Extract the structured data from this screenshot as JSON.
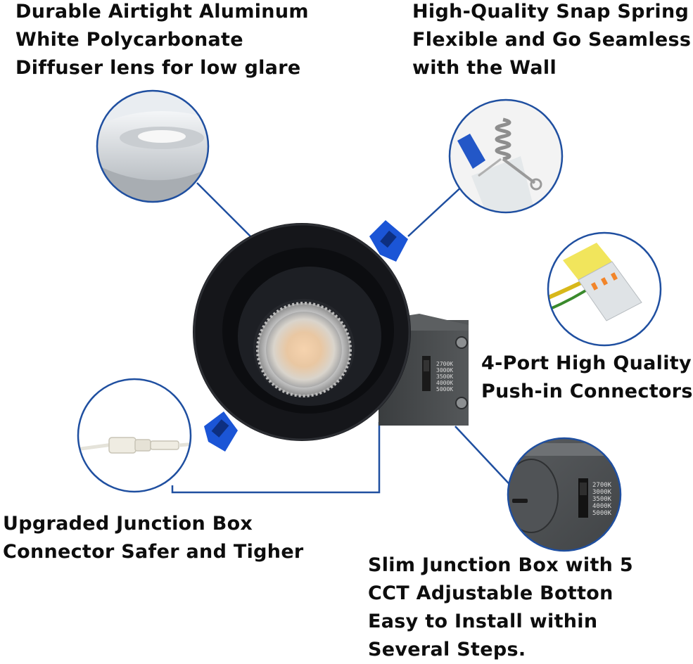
{
  "captions": {
    "aluminum": [
      "Durable Airtight Aluminum",
      "White Polycarbonate",
      "Diffuser lens for low glare"
    ],
    "spring": [
      "High-Quality Snap Spring",
      "Flexible and Go Seamless",
      "with the Wall"
    ],
    "connectors": [
      "4-Port High Quality",
      "Push-in Connectors"
    ],
    "junction": [
      "Upgraded Junction Box",
      "Connector Safer and Tigher"
    ],
    "slim": [
      "Slim Junction Box with 5",
      "CCT Adjustable Botton",
      "Easy to Install within",
      "Several Steps."
    ]
  },
  "cct_options": [
    "2700K",
    "3000K",
    "3500K",
    "4000K",
    "5000K"
  ],
  "colors": {
    "callout_line": "#1f4fa0",
    "trim_black": "#15161a",
    "clip_blue": "#1b55d6",
    "junction_box": "#4a4d4f"
  }
}
